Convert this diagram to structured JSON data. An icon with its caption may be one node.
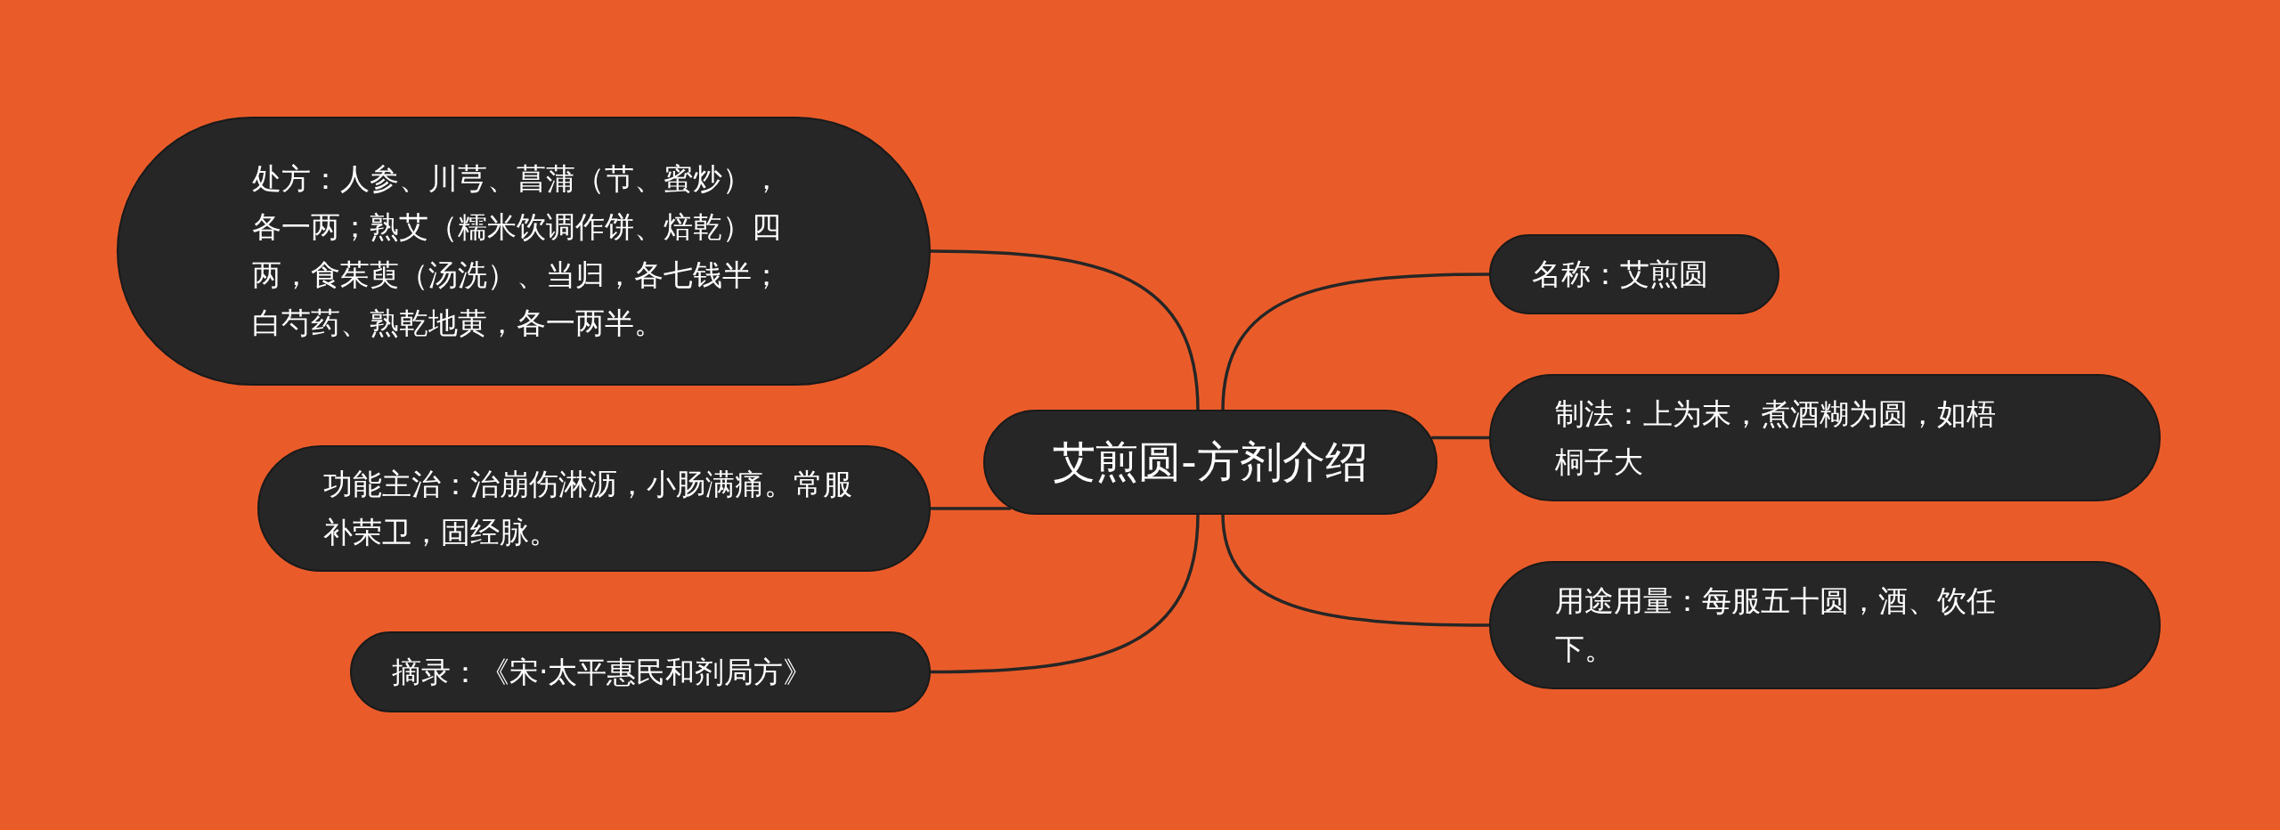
{
  "diagram": {
    "nodes": [
      {
        "text": [
          "艾煎圆-方剂介绍"
        ]
      },
      {
        "text": [
          "处方：人参、川芎、菖蒲（节、蜜炒），各一两；熟艾（糯米饮调作饼、焙乾）四两，食茱萸（汤洗）、当归，各七钱半；白芍药、熟乾地黄，各一两半。"
        ]
      },
      {
        "text": [
          "功能主治：治崩伤淋沥，小肠满痛。常服补荣卫，固经脉。"
        ]
      },
      {
        "text": [
          "摘录：《宋·太平惠民和剂局方》"
        ]
      },
      {
        "text": [
          "名称：艾煎圆"
        ]
      },
      {
        "text": [
          "制法：上为末，煮酒糊为圆，如梧桐子大"
        ]
      },
      {
        "text": [
          "用途用量：每服五十圆，酒、饮任下。"
        ]
      }
    ],
    "edges": [
      {
        "from": 0,
        "to": 1,
        "arrow": "none"
      },
      {
        "from": 0,
        "to": 2,
        "arrow": "none"
      },
      {
        "from": 0,
        "to": 3,
        "arrow": "none"
      },
      {
        "from": 0,
        "to": 4,
        "arrow": "none"
      },
      {
        "from": 0,
        "to": 5,
        "arrow": "none"
      },
      {
        "from": 0,
        "to": 6,
        "arrow": "none"
      }
    ]
  }
}
